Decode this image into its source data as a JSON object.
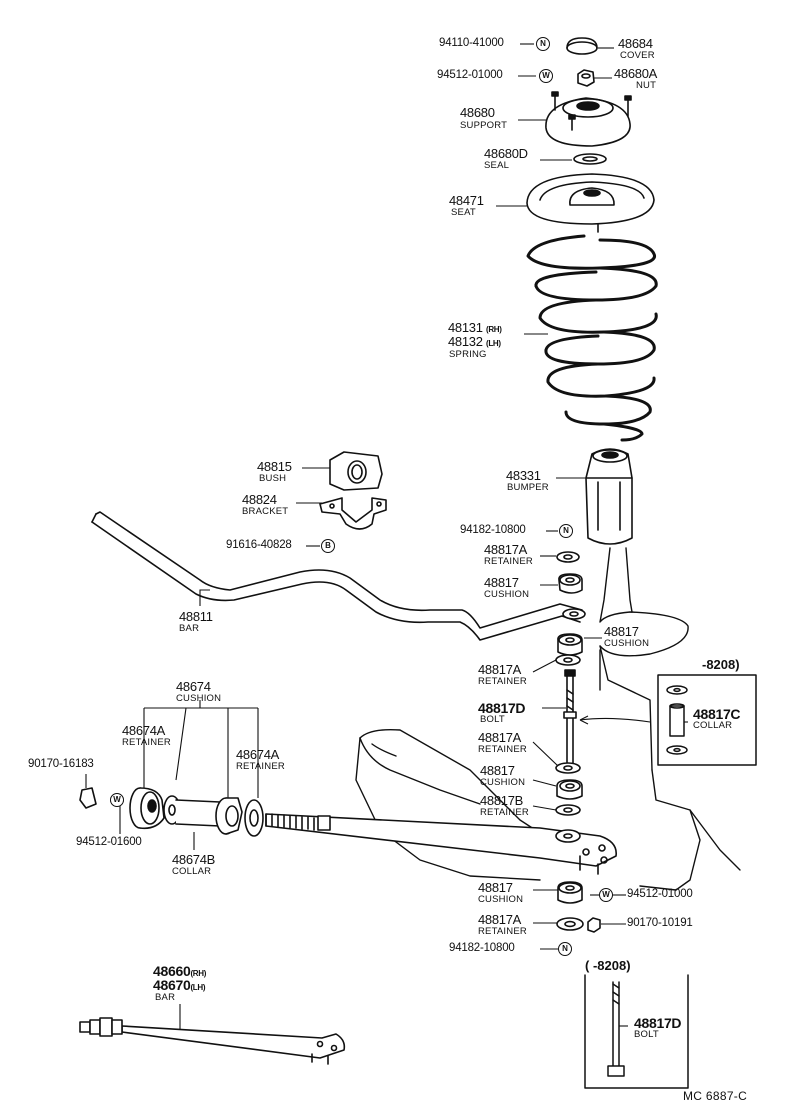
{
  "badges": {
    "n": "N",
    "w": "W",
    "b": "B"
  },
  "parts": {
    "p48684": {
      "num": "48684",
      "name": "COVER"
    },
    "p48680A": {
      "num": "48680A",
      "name": "NUT"
    },
    "p48680": {
      "num": "48680",
      "name": "SUPPORT"
    },
    "p48680D": {
      "num": "48680D",
      "name": "SEAL"
    },
    "p48471": {
      "num": "48471",
      "name": "SEAT"
    },
    "spring": {
      "num_rh": "48131",
      "sfx_rh": "(RH)",
      "num_lh": "48132",
      "sfx_lh": "(LH)",
      "name": "SPRING"
    },
    "p48815": {
      "num": "48815",
      "name": "BUSH"
    },
    "p48824": {
      "num": "48824",
      "name": "BRACKET"
    },
    "p48331": {
      "num": "48331",
      "name": "BUMPER"
    },
    "p48811": {
      "num": "48811",
      "name": "BAR"
    },
    "ret_a1": {
      "num": "48817A",
      "name": "RETAINER"
    },
    "cush_1": {
      "num": "48817",
      "name": "CUSHION"
    },
    "cush_2": {
      "num": "48817",
      "name": "CUSHION"
    },
    "ret_a2": {
      "num": "48817A",
      "name": "RETAINER"
    },
    "bolt_d": {
      "num": "48817D",
      "name": "BOLT"
    },
    "ret_a3": {
      "num": "48817A",
      "name": "RETAINER"
    },
    "cush_3": {
      "num": "48817",
      "name": "CUSHION"
    },
    "ret_b": {
      "num": "48817B",
      "name": "RETAINER"
    },
    "cush_4": {
      "num": "48817",
      "name": "CUSHION"
    },
    "ret_a4": {
      "num": "48817A",
      "name": "RETAINER"
    },
    "p48674": {
      "num": "48674",
      "name": "CUSHION"
    },
    "p48674A_l": {
      "num": "48674A",
      "name": "RETAINER"
    },
    "p48674A_r": {
      "num": "48674A",
      "name": "RETAINER"
    },
    "p48674B": {
      "num": "48674B",
      "name": "COLLAR"
    },
    "rod": {
      "num_rh": "48660",
      "sfx_rh": "(RH)",
      "num_lh": "48670",
      "sfx_lh": "(LH)",
      "name": "BAR"
    },
    "inset_collar": {
      "num": "48817C",
      "name": "COLLAR"
    },
    "inset_bolt": {
      "num": "48817D",
      "name": "BOLT"
    }
  },
  "refs": {
    "r94110": "94110-41000",
    "r94512a": "94512-01000",
    "r91616": "91616-40828",
    "r94182a": "94182-10800",
    "r90170a": "90170-16183",
    "r94512b": "94512-01600",
    "r94512c": "94512-01000",
    "r90170b": "90170-10191",
    "r94182b": "94182-10800"
  },
  "insets": {
    "range_top": "-8208)",
    "range_bottom": "(      -8208)"
  },
  "footer": {
    "code": "MC  6887-C"
  }
}
